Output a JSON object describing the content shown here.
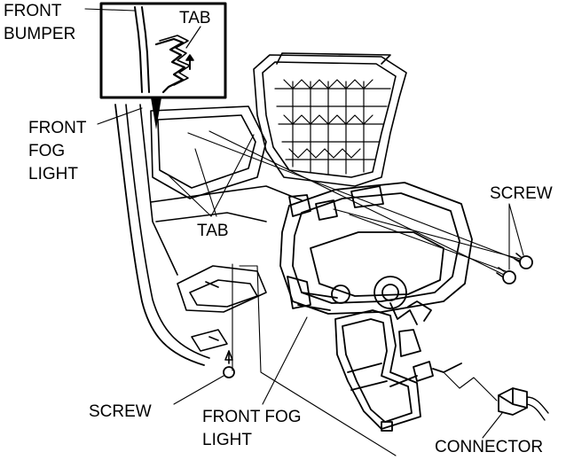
{
  "labels": {
    "front_bumper_line1": "FRONT",
    "front_bumper_line2": "BUMPER",
    "tab_inset": "TAB",
    "front_fog_light_left_line1": "FRONT",
    "front_fog_light_left_line2": "FOG",
    "front_fog_light_left_line3": "LIGHT",
    "tab_lower": "TAB",
    "screw_right": "SCREW",
    "screw_left": "SCREW",
    "front_fog_light_bottom_line1": "FRONT FOG",
    "front_fog_light_bottom_line2": "LIGHT",
    "connector": "CONNECTOR"
  },
  "colors": {
    "ink": "#000000",
    "paper": "#ffffff"
  }
}
